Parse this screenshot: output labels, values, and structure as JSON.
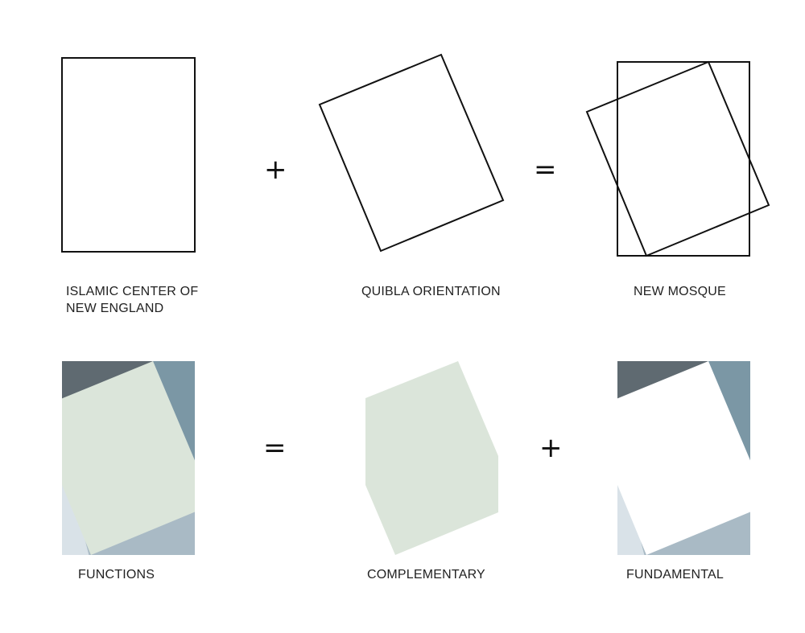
{
  "top_row": {
    "operators": [
      "+",
      "="
    ],
    "labels": {
      "islamic_center": [
        "ISLAMIC CENTER OF",
        "NEW ENGLAND"
      ],
      "quibla": "QUIBLA ORIENTATION",
      "new_mosque": "NEW MOSQUE"
    }
  },
  "bottom_row": {
    "operators": [
      "=",
      "+"
    ],
    "labels": {
      "functions": "FUNCTIONS",
      "complementary": "COMPLEMENTARY",
      "fundamental": "FUNDAMENTAL"
    }
  },
  "colors": {
    "dark": "#5f6a71",
    "steel": "#7b97a5",
    "green": "#dbe5da",
    "pale_blue": "#d9e2e8",
    "gray_blue": "#a9bac5",
    "stroke": "#111111"
  }
}
